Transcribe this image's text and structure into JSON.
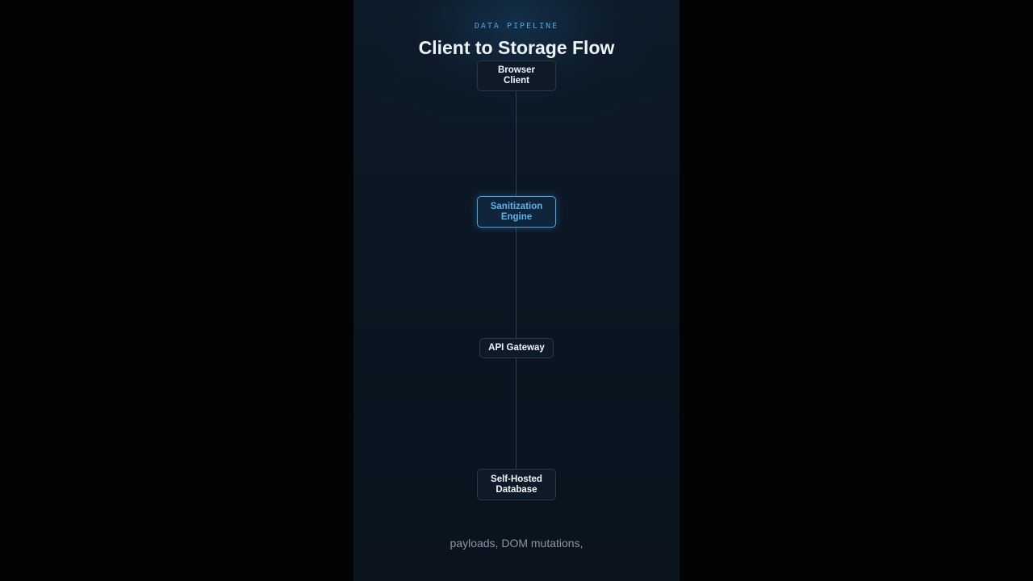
{
  "header": {
    "eyebrow": "DATA PIPELINE",
    "title": "Client to Storage Flow"
  },
  "nodes": [
    {
      "label": "Browser\nClient",
      "active": false
    },
    {
      "label": "Sanitization\nEngine",
      "active": true
    },
    {
      "label": "API Gateway",
      "active": false
    },
    {
      "label": "Self-Hosted\nDatabase",
      "active": false
    }
  ],
  "caption": "payloads, DOM mutations,",
  "colors": {
    "accent": "#4aa3e6",
    "background": "#0b1622",
    "node_border": "#26384a",
    "connector": "#2b3d50"
  }
}
